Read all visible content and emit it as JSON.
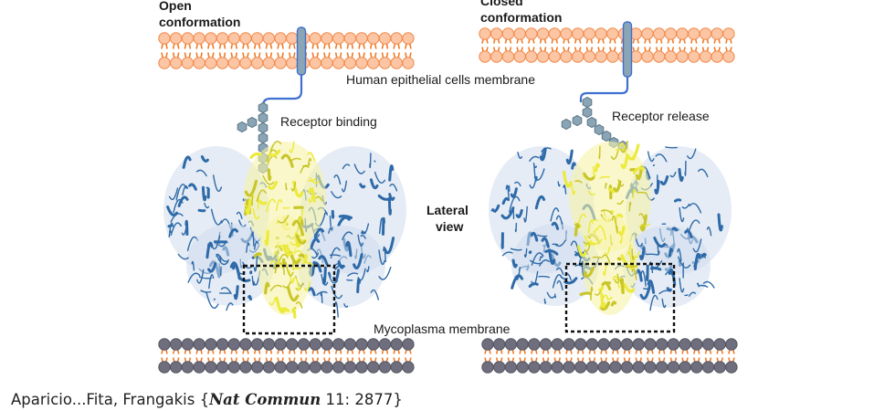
{
  "labels": {
    "open_line1": "Open",
    "open_line2": "conformation",
    "closed_line1": "Closed",
    "closed_line2": "conformation",
    "epithelial_membrane": "Human epithelial cells membrane",
    "receptor_binding": "Receptor binding",
    "receptor_release": "Receptor release",
    "lateral_line1": "Lateral",
    "lateral_line2": "view",
    "mycoplasma_membrane": "Mycoplasma membrane"
  },
  "caption": {
    "authors": "Aparicio...Fita, Frangakis {",
    "journal": "Nat Commun",
    "ref": " 11: 2877}"
  },
  "colors": {
    "epithelial_lipid_fill": "#fcc5a4",
    "epithelial_lipid_stroke": "#f08a4b",
    "mycoplasma_lipid_fill": "#6e6e7e",
    "tail_color": "#f07a26",
    "receptor_fill": "#8aa5b5",
    "receptor_link": "#3f6fd0",
    "protein_blue": "#2e6aa8",
    "protein_yellow": "#ecea3c",
    "box_stroke": "#111111"
  },
  "icons": {
    "receptor": "glycan-receptor-icon",
    "protein": "adhesin-complex-icon"
  }
}
